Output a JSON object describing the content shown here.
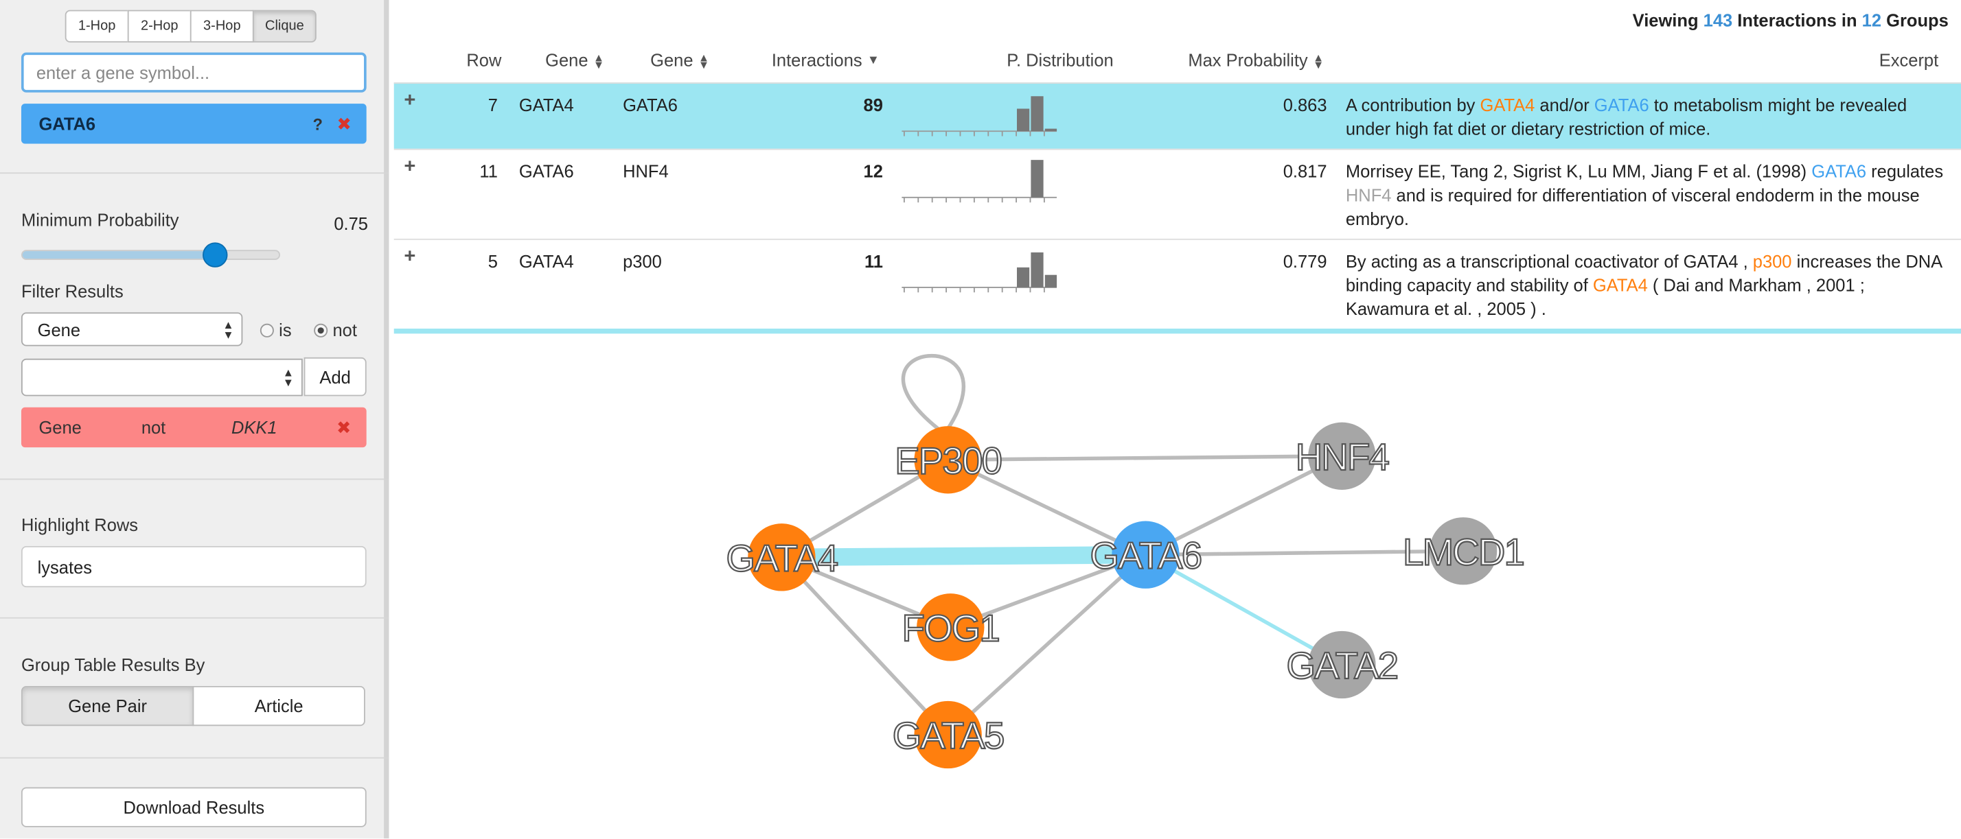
{
  "sidebar": {
    "hop_buttons": [
      {
        "label": "1-Hop",
        "active": false
      },
      {
        "label": "2-Hop",
        "active": false
      },
      {
        "label": "3-Hop",
        "active": false
      },
      {
        "label": "Clique",
        "active": true
      }
    ],
    "gene_input_placeholder": "enter a gene symbol...",
    "selected_gene": {
      "label": "GATA6",
      "help": "?",
      "remove": "✖"
    },
    "min_probability": {
      "label": "Minimum Probability",
      "value": "0.75",
      "fraction": 0.75
    },
    "filter": {
      "label": "Filter Results",
      "field": "Gene",
      "mode_is": "is",
      "mode_not": "not",
      "selected_mode": "not",
      "value_select": "",
      "add_label": "Add",
      "active_filter": {
        "field": "Gene",
        "op": "not",
        "value": "DKK1",
        "remove": "✖"
      }
    },
    "highlight": {
      "label": "Highlight Rows",
      "value": "lysates"
    },
    "group_by": {
      "label": "Group Table Results By",
      "options": [
        "Gene Pair",
        "Article"
      ],
      "active": "Gene Pair"
    },
    "download_label": "Download Results"
  },
  "summary": {
    "prefix": "Viewing",
    "interactions": "143",
    "middle": "Interactions in",
    "groups": "12",
    "suffix": "Groups"
  },
  "table": {
    "headers": {
      "row": "Row",
      "gene1": "Gene",
      "gene2": "Gene",
      "interactions": "Interactions",
      "dist": "P. Distribution",
      "maxp": "Max Probability",
      "excerpt": "Excerpt"
    },
    "rows": [
      {
        "plus": "+",
        "row": "7",
        "gene1": "GATA4",
        "gene2": "GATA6",
        "interactions": "89",
        "maxp": "0.863",
        "selected": true,
        "hist": [
          0,
          0,
          0,
          0,
          0,
          0,
          0,
          0,
          0.45,
          0.7,
          0.05
        ],
        "excerpt": [
          {
            "t": "A contribution by ",
            "c": ""
          },
          {
            "t": "GATA4",
            "c": "og"
          },
          {
            "t": " and/or ",
            "c": ""
          },
          {
            "t": "GATA6",
            "c": "bl"
          },
          {
            "t": " to metabolism might be revealed under high fat diet or dietary restriction of mice.",
            "c": ""
          }
        ]
      },
      {
        "plus": "+",
        "row": "11",
        "gene1": "GATA6",
        "gene2": "HNF4",
        "interactions": "12",
        "maxp": "0.817",
        "selected": false,
        "hist": [
          0,
          0,
          0,
          0,
          0,
          0,
          0,
          0,
          0,
          0.75,
          0
        ],
        "excerpt": [
          {
            "t": "Morrisey EE, Tang 2, Sigrist K, Lu MM, Jiang F et al. (1998) ",
            "c": ""
          },
          {
            "t": "GATA6",
            "c": "bl"
          },
          {
            "t": " regulates ",
            "c": ""
          },
          {
            "t": "HNF4",
            "c": "gr"
          },
          {
            "t": " and is required for differentiation of visceral endoderm in the mouse embryo.",
            "c": ""
          }
        ]
      },
      {
        "plus": "+",
        "row": "5",
        "gene1": "GATA4",
        "gene2": "p300",
        "interactions": "11",
        "maxp": "0.779",
        "selected": false,
        "hist": [
          0,
          0,
          0,
          0,
          0,
          0,
          0,
          0,
          0.4,
          0.7,
          0.25
        ],
        "excerpt": [
          {
            "t": "By acting as a transcriptional coactivator of GATA4 , ",
            "c": ""
          },
          {
            "t": "p300",
            "c": "og"
          },
          {
            "t": " increases the DNA binding capacity and stability of ",
            "c": ""
          },
          {
            "t": "GATA4",
            "c": "og"
          },
          {
            "t": " ( Dai and Markham , 2001 ; Kawamura et al. , 2005 ) .",
            "c": ""
          }
        ]
      }
    ]
  },
  "graph": {
    "nodes": [
      {
        "id": "EP300",
        "label": "EP300",
        "color": "#ff7f0e"
      },
      {
        "id": "GATA4",
        "label": "GATA4",
        "color": "#ff7f0e"
      },
      {
        "id": "FOG1",
        "label": "FOG1",
        "color": "#ff7f0e"
      },
      {
        "id": "GATA5",
        "label": "GATA5",
        "color": "#ff7f0e"
      },
      {
        "id": "GATA6",
        "label": "GATA6",
        "color": "#4aa7f2"
      },
      {
        "id": "HNF4",
        "label": "HNF4",
        "color": "#a6a6a6"
      },
      {
        "id": "LMCD1",
        "label": "LMCD1",
        "color": "#a6a6a6"
      },
      {
        "id": "GATA2",
        "label": "GATA2",
        "color": "#a6a6a6"
      }
    ],
    "edges": [
      {
        "s": "EP300",
        "t": "EP300",
        "self": true
      },
      {
        "s": "EP300",
        "t": "HNF4"
      },
      {
        "s": "EP300",
        "t": "GATA4"
      },
      {
        "s": "EP300",
        "t": "GATA6"
      },
      {
        "s": "GATA4",
        "t": "GATA6",
        "highlight": true
      },
      {
        "s": "GATA4",
        "t": "FOG1"
      },
      {
        "s": "GATA4",
        "t": "GATA5"
      },
      {
        "s": "FOG1",
        "t": "GATA6"
      },
      {
        "s": "GATA5",
        "t": "GATA6"
      },
      {
        "s": "GATA6",
        "t": "HNF4"
      },
      {
        "s": "GATA6",
        "t": "LMCD1"
      },
      {
        "s": "GATA6",
        "t": "GATA2",
        "light": true
      }
    ]
  }
}
